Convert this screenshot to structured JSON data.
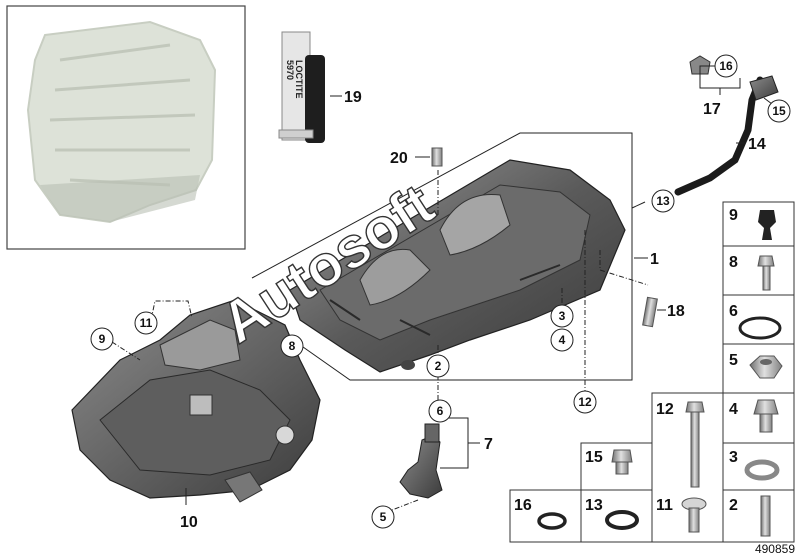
{
  "diagram": {
    "reference_number": "490859",
    "watermark": "Autosoft",
    "tube_text": [
      "LOCTITE",
      "5970"
    ],
    "callouts": {
      "c1": "1",
      "c2": "2",
      "c3": "3",
      "c4": "4",
      "c5": "5",
      "c6": "6",
      "c7": "7",
      "c8": "8",
      "c9": "9",
      "c10": "10",
      "c11": "11",
      "c12": "12",
      "c13": "13",
      "c14": "14",
      "c15": "15",
      "c16": "16",
      "c17": "17",
      "c18": "18",
      "c19": "19",
      "c20": "20"
    },
    "cells": {
      "n9": "9",
      "n8": "8",
      "n6": "6",
      "n5": "5",
      "n4": "4",
      "n3": "3",
      "n2": "2",
      "n11": "11",
      "n12": "12",
      "n13": "13",
      "n15": "15",
      "n16": "16"
    }
  }
}
